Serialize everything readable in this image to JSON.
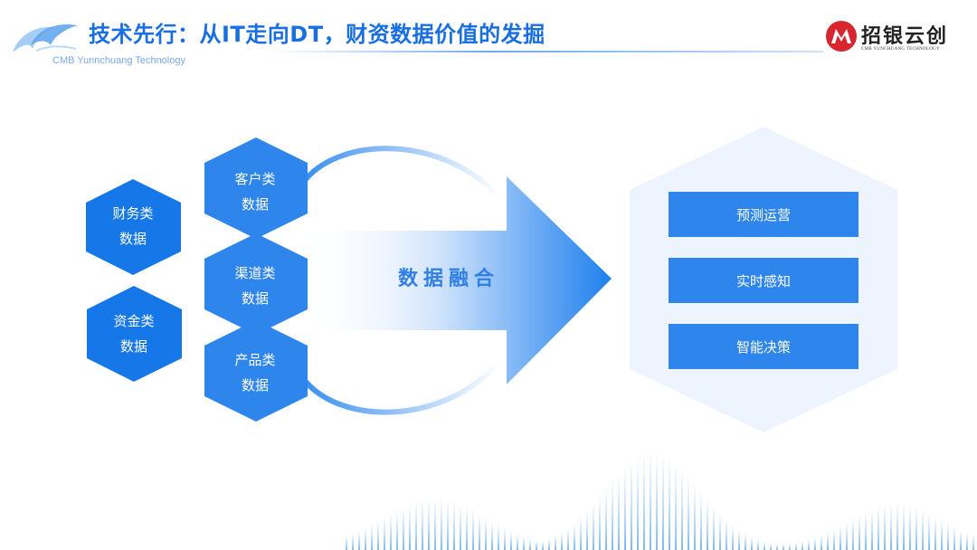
{
  "header": {
    "title": "技术先行：从IT走向DT，财资数据价值的发掘",
    "subtitle": "CMB Yunnchuang Technology",
    "brand_name": "招银云创",
    "brand_en": "CMB YUNCHUANG TECHNOLOGY"
  },
  "left_hexes": [
    {
      "line1": "财务类",
      "line2": "数据"
    },
    {
      "line1": "资金类",
      "line2": "数据"
    }
  ],
  "middle_hexes": [
    {
      "line1": "客户类",
      "line2": "数据"
    },
    {
      "line1": "渠道类",
      "line2": "数据"
    },
    {
      "line1": "产品类",
      "line2": "数据"
    }
  ],
  "flow_label": "数据融合",
  "outputs": [
    {
      "label": "预测运营"
    },
    {
      "label": "实时感知"
    },
    {
      "label": "智能决策"
    }
  ],
  "colors": {
    "primary": "#1a6fe0",
    "hex_dark": "#1677e8",
    "hex_mid": "#2e86ec",
    "panel": "#eef4fd"
  }
}
